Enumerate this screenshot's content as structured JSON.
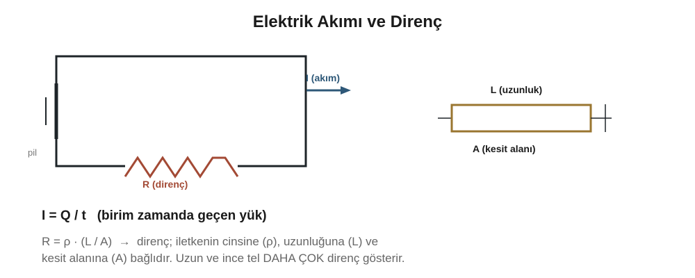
{
  "title": "Elektrik Akımı ve Direnç",
  "circuit": {
    "battery_label": "pil",
    "resistor_label": "R (direnç)",
    "current_label": "I (akım)"
  },
  "wire": {
    "length_label": "L (uzunluk)",
    "area_label": "A (kesit alanı)"
  },
  "formulas": {
    "current": "I = Q / t   (birim zamanda geçen yük)",
    "resistance_line1": "R = ρ · (L / A)  →  direnç; iletkenin cinsine (ρ), uzunluğuna (L) ve",
    "resistance_line2": "kesit alanına (A) bağlıdır. Uzun ve ince tel DAHA ÇOK direnç gösterir."
  },
  "colors": {
    "circuit": "#1e2428",
    "resistor": "#a34a35",
    "current_arrow": "#2e5878",
    "wire_body": "#9a7630"
  }
}
